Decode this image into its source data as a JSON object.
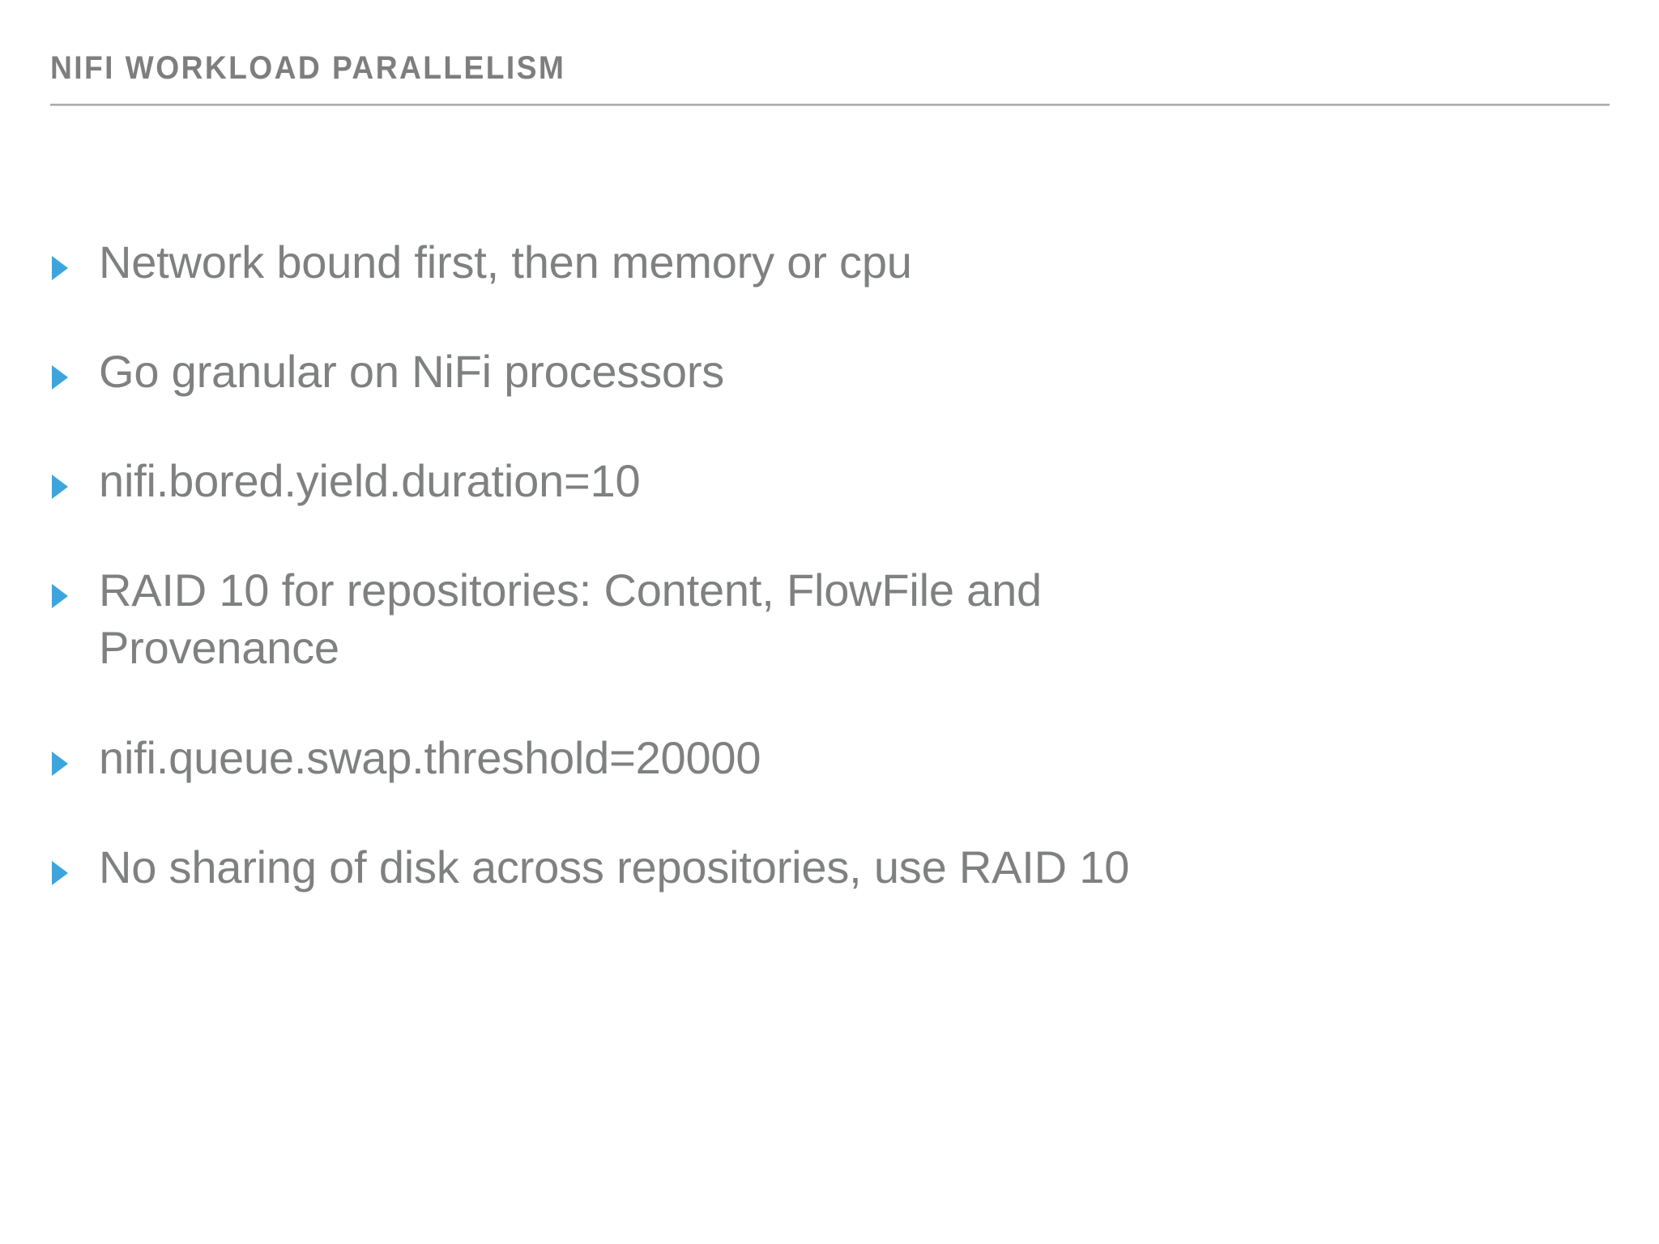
{
  "slide": {
    "title": "NIFI WORKLOAD PARALLELISM",
    "theme": {
      "background": "#ffffff",
      "title_color": "#7e7e7e",
      "body_text_color": "#7f8080",
      "rule_color": "#a8a8a8",
      "bullet_marker_color": "#3da5dc"
    },
    "bullets": [
      {
        "text": "Network bound first, then memory or cpu",
        "marker": "triangle-right-icon"
      },
      {
        "text": "Go granular on NiFi processors",
        "marker": "triangle-right-icon"
      },
      {
        "text": "nifi.bored.yield.duration=10",
        "marker": "triangle-right-icon"
      },
      {
        "text": "RAID 10 for repositories: Content, FlowFile and Provenance",
        "marker": "triangle-right-icon"
      },
      {
        "text": "nifi.queue.swap.threshold=20000",
        "marker": "triangle-right-icon"
      },
      {
        "text": "No sharing of disk across repositories, use RAID 10",
        "marker": "triangle-right-icon"
      }
    ]
  }
}
